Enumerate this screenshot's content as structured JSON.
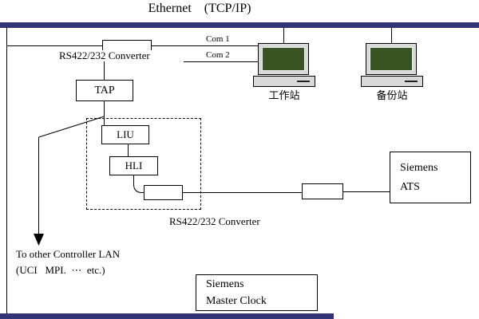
{
  "title": "Ethernet    (TCP/IP)",
  "converter_top": {
    "label": "RS422/232 Converter"
  },
  "ports": {
    "com1": "Com 1",
    "com2": "Com 2"
  },
  "tap": {
    "label": "TAP"
  },
  "liu": {
    "label": "LIU"
  },
  "hli": {
    "label": "HLI"
  },
  "workstation": {
    "label": "工作站"
  },
  "backup_station": {
    "label": "备份站"
  },
  "converter_bottom": {
    "label": "RS422/232 Converter"
  },
  "ats": {
    "line1": "Siemens",
    "line2": "ATS"
  },
  "master_clock": {
    "line1": "Siemens",
    "line2": "Master Clock"
  },
  "other_lan": {
    "line1": "To other Controller LAN",
    "line2": "(UCI   MPI.  ⋯  etc.)"
  },
  "colors": {
    "bus_bar": "#333377",
    "monitor_screen": "#3a5323",
    "computer_body": "#d9d9d9",
    "line": "#000000"
  }
}
